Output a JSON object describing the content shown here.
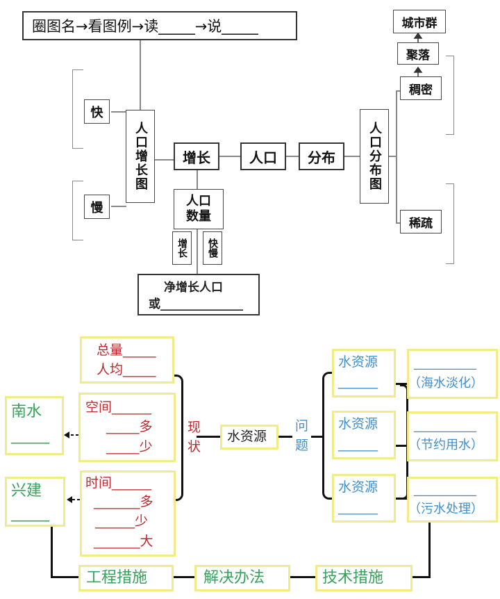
{
  "top": {
    "header": "圈图名→看图例→读_____→说_____",
    "growth_chart": "人口增长图",
    "fast": "快",
    "slow": "慢",
    "increase": "增长",
    "population": "人口",
    "distribution": "分布",
    "distribution_map": "人口分布图",
    "pop_count": "人口数量",
    "grow": "增长",
    "fast_slow": "快慢",
    "net_growth": "净增长人口",
    "or_blank": "或______________",
    "urban_cluster": "城市群",
    "settlement": "聚落",
    "dense": "稠密",
    "sparse": "稀疏"
  },
  "bottom": {
    "total": "总量_____",
    "per_capita": "人均_____",
    "space": "空间______",
    "space_more": "_____多",
    "space_less": "_____少",
    "time": "时间______",
    "time_more": "_______多",
    "time_less": "______少",
    "time_big": "_______大",
    "south_water_1": "南水",
    "south_water_2": "_____",
    "build_1": "兴建",
    "build_2": "_____",
    "status_1": "现",
    "status_2": "状",
    "water_resources": "水资源",
    "problem_1": "问",
    "problem_2": "题",
    "wr1": "水资源",
    "wr1_blank": "______",
    "wr2": "水资源",
    "wr2_blank": "______",
    "wr3": "水资源",
    "wr3_blank": "______",
    "sol1_blank": "__________",
    "sol1": "（海水淡化）",
    "sol2_blank": "__________",
    "sol2": "（节约用水）",
    "sol3_blank": "__________",
    "sol3": "（污水处理）",
    "engineering": "工程措施",
    "solution": "解决办法",
    "technical": "技术措施"
  },
  "colors": {
    "red": "#c0282e",
    "green": "#35a35a",
    "blue": "#3f8fcf",
    "yellow_border": "#f2ec86"
  }
}
